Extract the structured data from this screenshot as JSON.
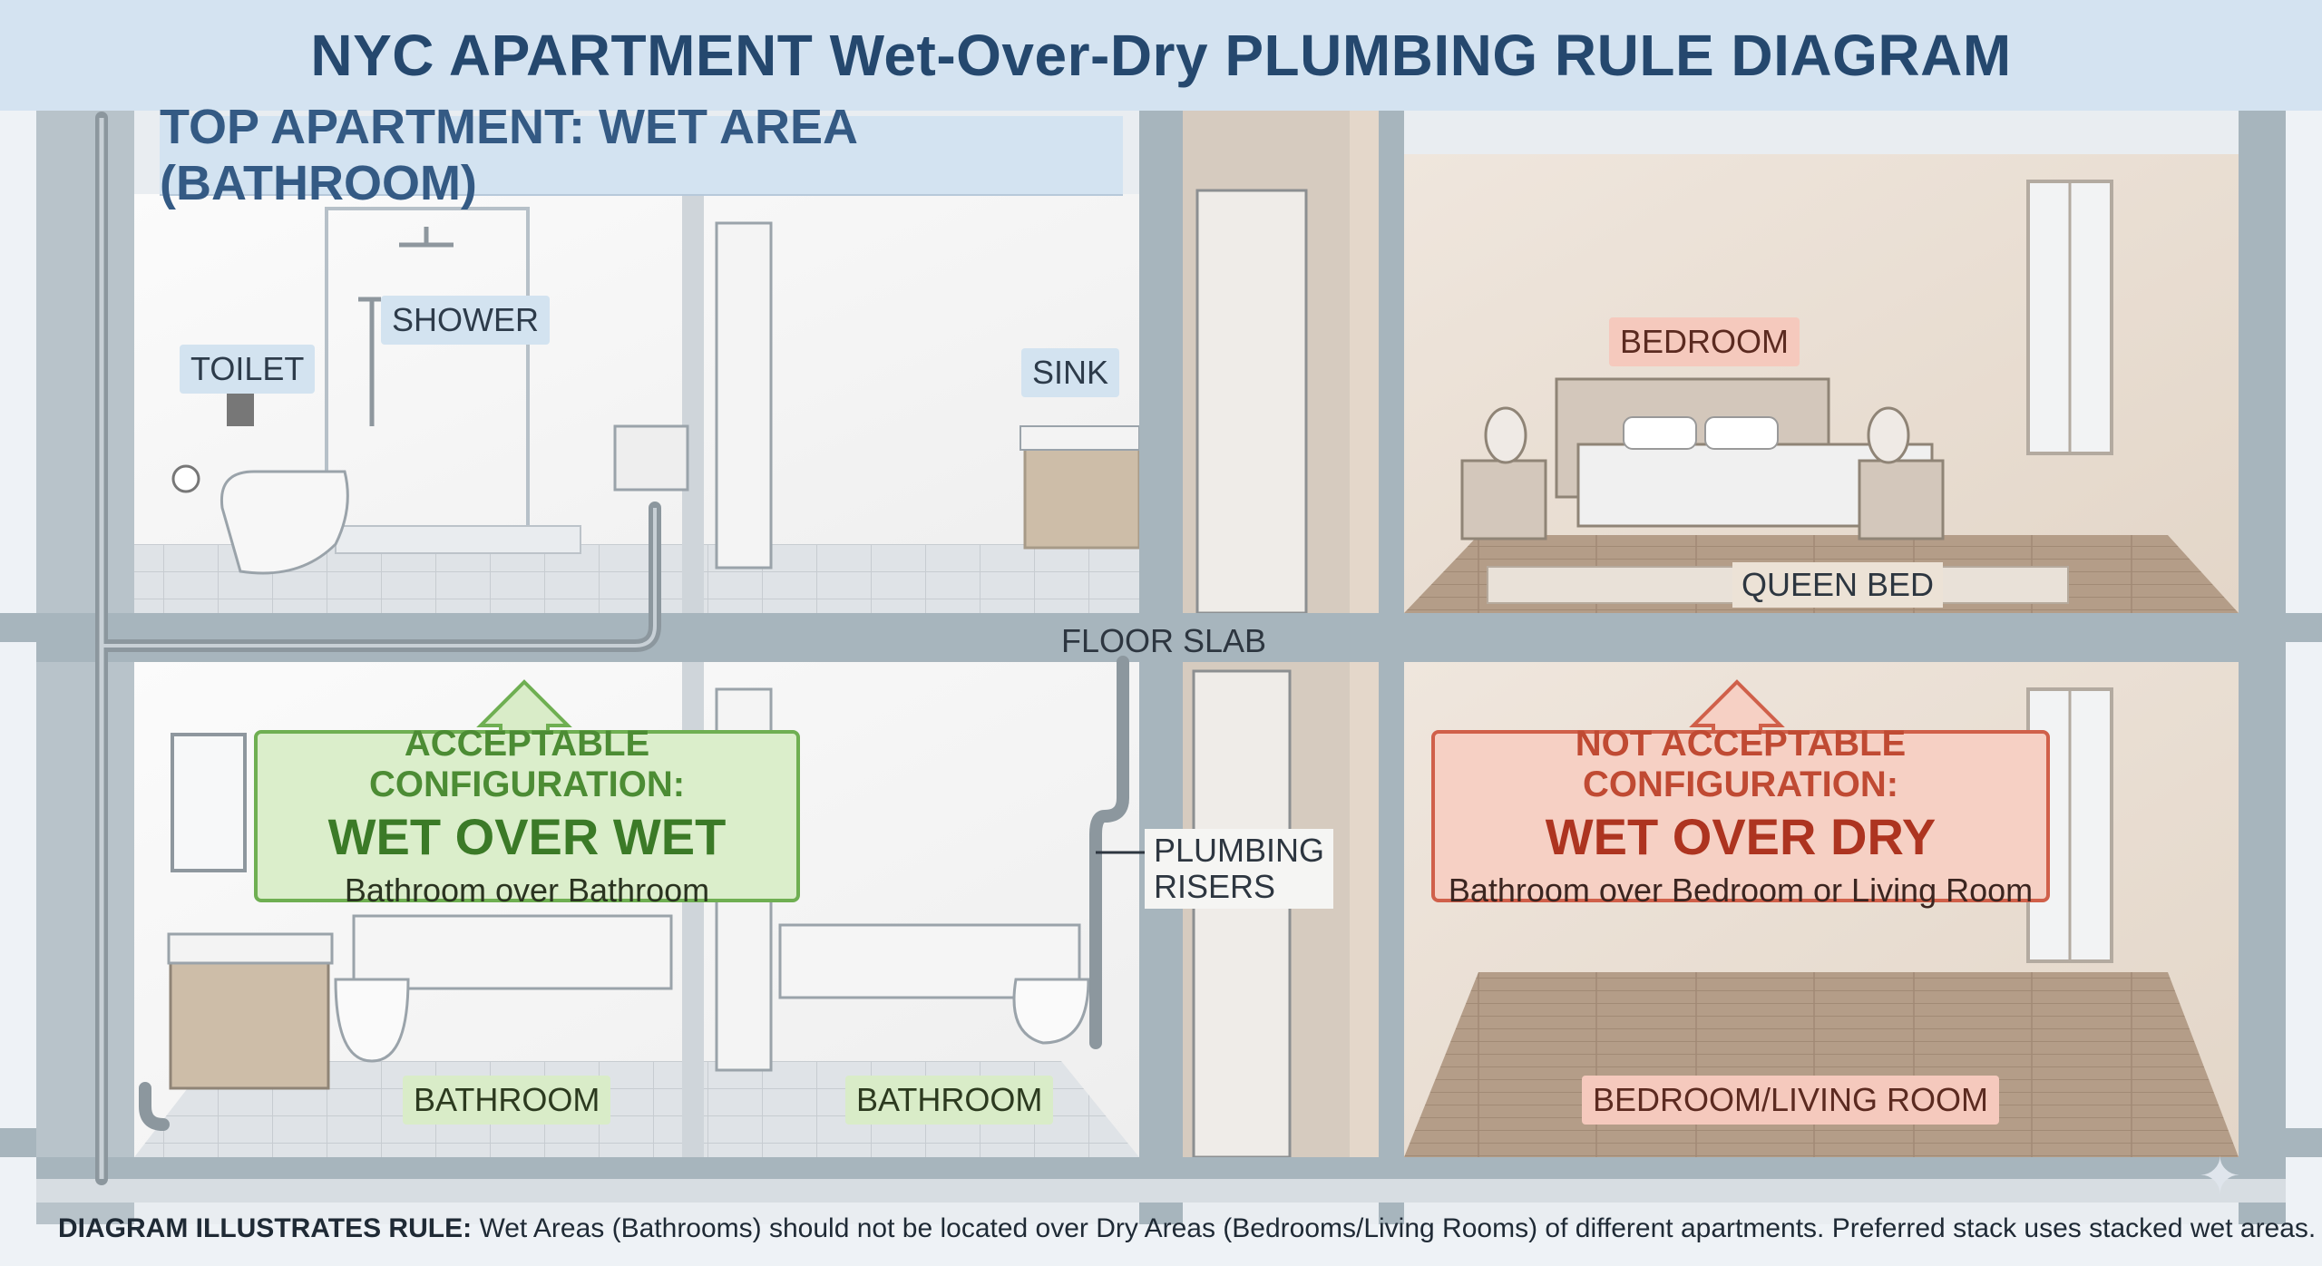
{
  "title": "NYC APARTMENT Wet-Over-Dry PLUMBING RULE DIAGRAM",
  "top_apartment_label": "TOP APARTMENT: WET AREA (BATHROOM)",
  "labels": {
    "toilet": "TOILET",
    "shower": "SHOWER",
    "sink": "SINK",
    "bedroom": "BEDROOM",
    "queen_bed": "QUEEN BED",
    "floor_slab": "FLOOR SLAB",
    "plumbing_risers": "PLUMBING\nRISERS",
    "bathroom_left": "BATHROOM",
    "bathroom_right": "BATHROOM",
    "bedroom_living": "BEDROOM/LIVING ROOM"
  },
  "acceptable": {
    "heading": "ACCEPTABLE CONFIGURATION:",
    "title": "WET OVER WET",
    "subtitle": "Bathroom over Bathroom"
  },
  "not_acceptable": {
    "heading": "NOT ACCEPTABLE CONFIGURATION:",
    "title": "WET OVER DRY",
    "subtitle": "Bathroom over Bedroom or Living Room"
  },
  "footer": {
    "prefix": "DIAGRAM ILLUSTRATES RULE:",
    "text": "Wet Areas (Bathrooms) should not be located over Dry Areas (Bedrooms/Living Rooms) of different apartments. Preferred stack uses stacked wet areas."
  },
  "colors": {
    "title": "#25486e",
    "acceptable": "#4c8c34",
    "not_acceptable": "#c04a33",
    "building_frame": "#a7b5bd"
  },
  "icons": [
    "arrow-up-icon",
    "sparkle-icon"
  ]
}
